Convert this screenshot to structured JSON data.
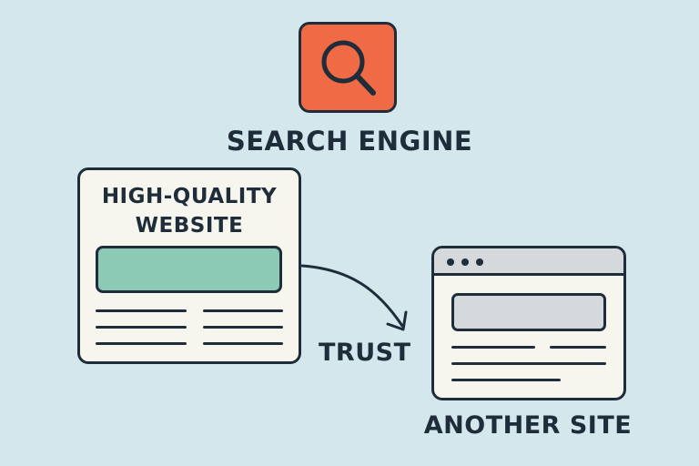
{
  "search_engine": {
    "label": "SEARCH ENGINE",
    "icon": "magnifier-icon",
    "color": "#ef6a45"
  },
  "source_site": {
    "title": "HIGH-QUALITY WEBSITE",
    "accent_color": "#8ccab5"
  },
  "link": {
    "label": "TRUST"
  },
  "target_site": {
    "label": "ANOTHER SITE"
  },
  "colors": {
    "background": "#d3e7ed",
    "outline": "#1f2d3a",
    "panel": "#f7f6ee"
  }
}
